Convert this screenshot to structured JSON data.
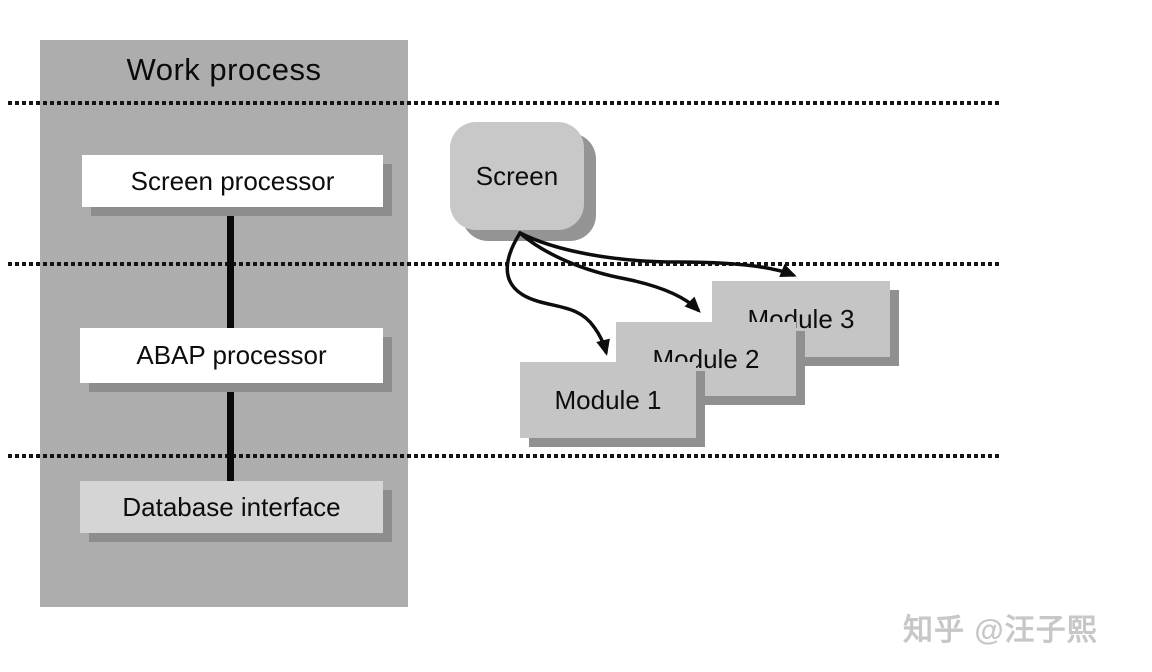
{
  "colors": {
    "background": "#ffffff",
    "panel_gray": "#adadad",
    "node_fill_gray": "#c6c6c6",
    "database_box_gray": "#d5d5d5",
    "white_box": "#ffffff",
    "shadow_gray": "#8d8d8d",
    "line_black": "#0d0d0d",
    "watermark_gray": "#c7c7c7"
  },
  "work_process_panel": {
    "title": "Work process",
    "boxes": [
      {
        "label": "Screen processor"
      },
      {
        "label": "ABAP processor"
      },
      {
        "label": "Database interface"
      }
    ]
  },
  "flow": {
    "screen_node": {
      "label": "Screen"
    },
    "modules": [
      {
        "label": "Module 1"
      },
      {
        "label": "Module 2"
      },
      {
        "label": "Module 3"
      }
    ]
  },
  "watermark": {
    "text": "知乎 @汪子熙"
  }
}
